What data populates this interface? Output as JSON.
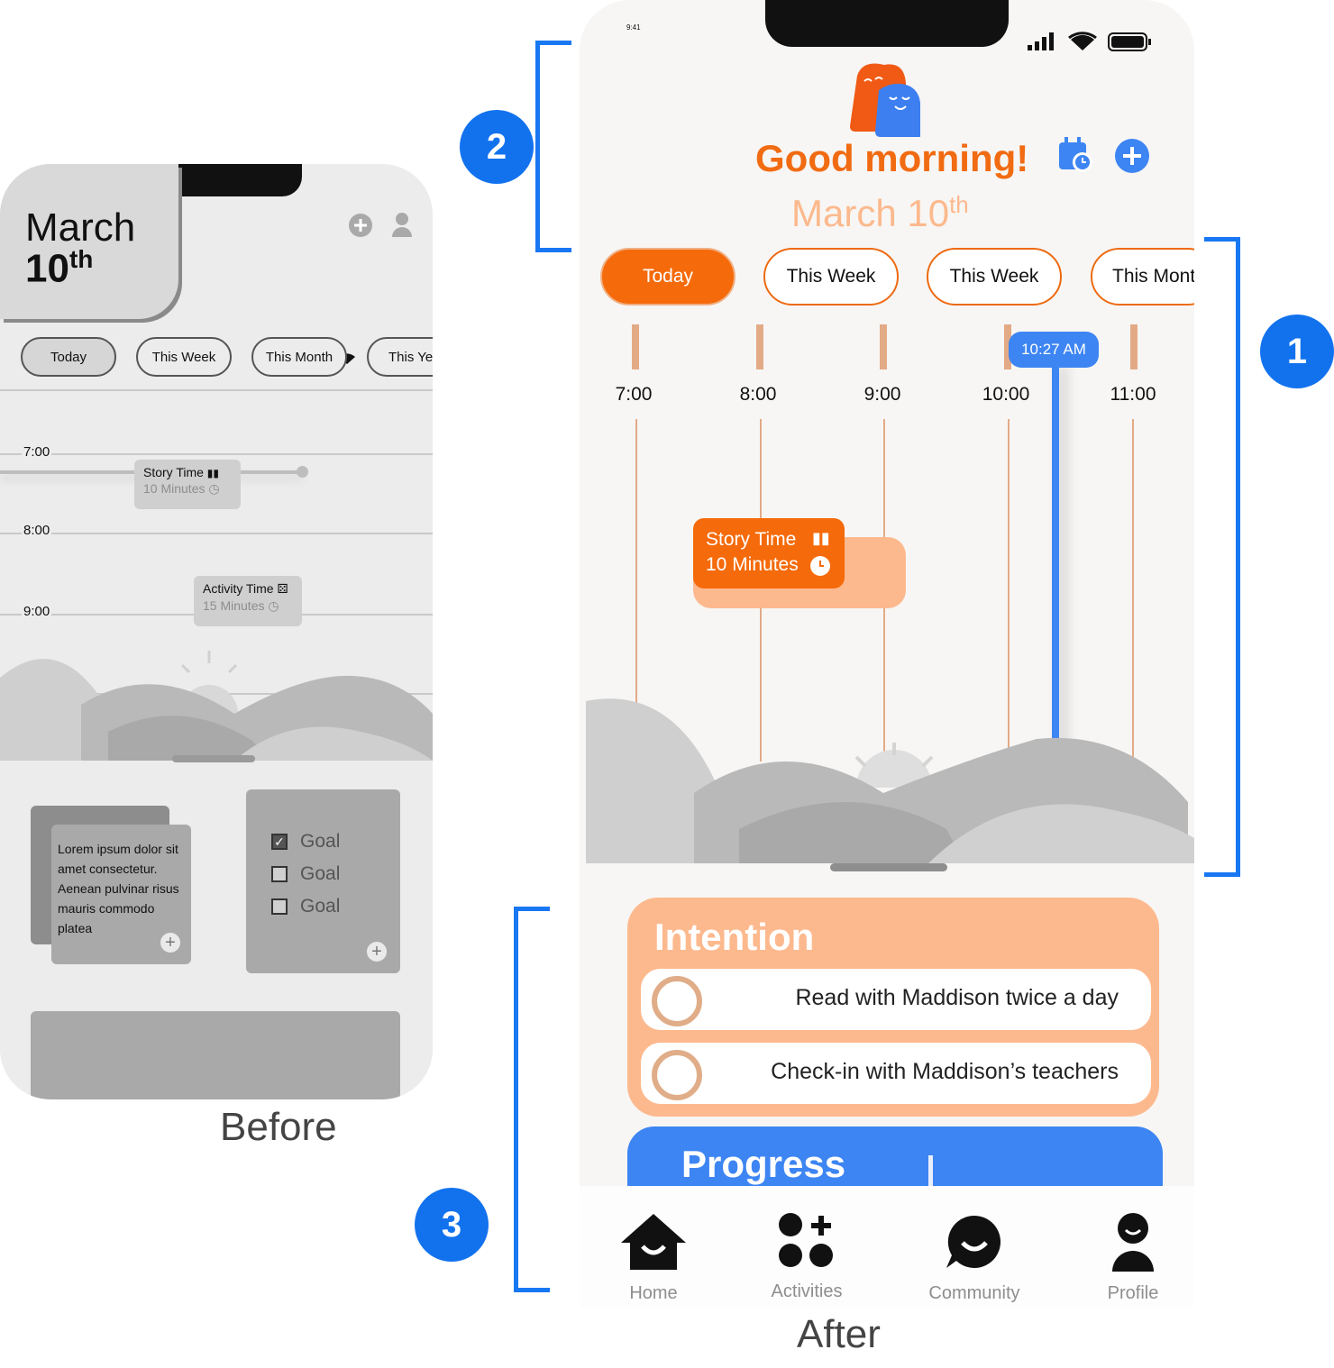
{
  "before": {
    "caption": "Before",
    "month": "March",
    "day": "10",
    "day_suffix": "th",
    "filters": [
      "Today",
      "This Week",
      "This Month",
      "This Yea"
    ],
    "times": [
      "7:00",
      "8:00",
      "9:00"
    ],
    "events": [
      {
        "title": "Story Time",
        "duration": "10 Minutes"
      },
      {
        "title": "Activity Time",
        "duration": "15 Minutes"
      }
    ],
    "note_text": "Lorem ipsum dolor sit amet consectetur. Aenean pulvinar risus mauris commodo platea",
    "goals": [
      {
        "label": "Goal",
        "checked": true
      },
      {
        "label": "Goal",
        "checked": false
      },
      {
        "label": "Goal",
        "checked": false
      }
    ]
  },
  "after": {
    "caption": "After",
    "status_time": "9:41",
    "greeting": "Good morning!",
    "date": "March 10",
    "date_suffix": "th",
    "filters": [
      "Today",
      "This Week",
      "This Week",
      "This Mont"
    ],
    "times": [
      "7:00",
      "8:00",
      "9:00",
      "10:00",
      "11:00"
    ],
    "now_label": "10:27 AM",
    "event": {
      "title": "Story Time",
      "duration": "10 Minutes"
    },
    "intention": {
      "title": "Intention",
      "items": [
        "Read with Maddison twice a day",
        "Check-in with Maddison’s teachers"
      ]
    },
    "progress_title": "Progress",
    "nav": [
      "Home",
      "Activities",
      "Community",
      "Profile"
    ],
    "colors": {
      "accent": "#f56a0a",
      "peach": "#fdb98e",
      "blue": "#3b82f6"
    }
  },
  "annotations": [
    "1",
    "2",
    "3"
  ]
}
